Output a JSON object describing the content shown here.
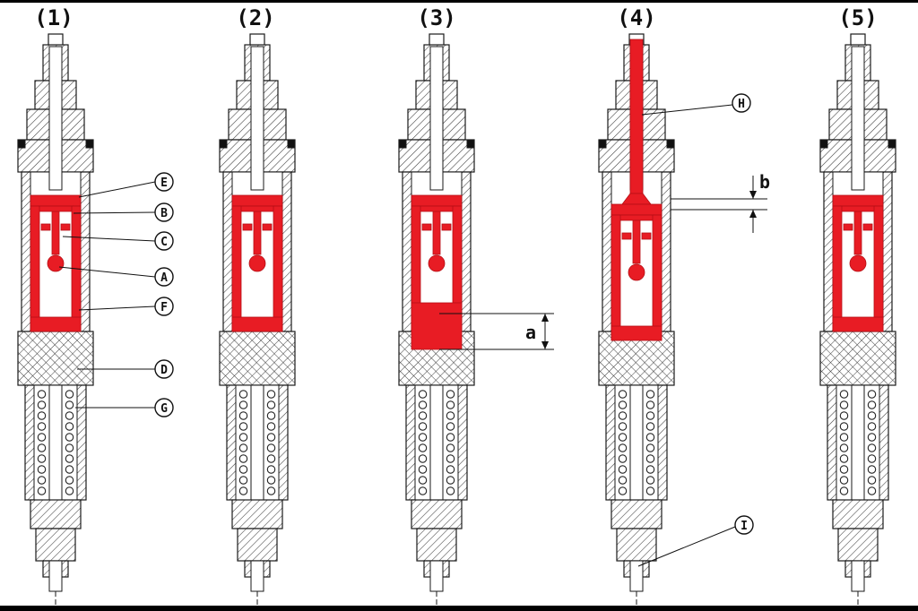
{
  "figure": {
    "panels": [
      {
        "number": "(1)"
      },
      {
        "number": "(2)"
      },
      {
        "number": "(3)"
      },
      {
        "number": "(4)"
      },
      {
        "number": "(5)"
      }
    ],
    "callouts": {
      "E": "E",
      "B": "B",
      "C": "C",
      "A": "A",
      "F": "F",
      "D": "D",
      "G": "G",
      "H": "H",
      "I": "I"
    },
    "dimensions": {
      "a": "a",
      "b": "b"
    },
    "colors": {
      "highlight": "#e81c24",
      "line": "#1a1a1a",
      "background": "#ffffff"
    }
  }
}
